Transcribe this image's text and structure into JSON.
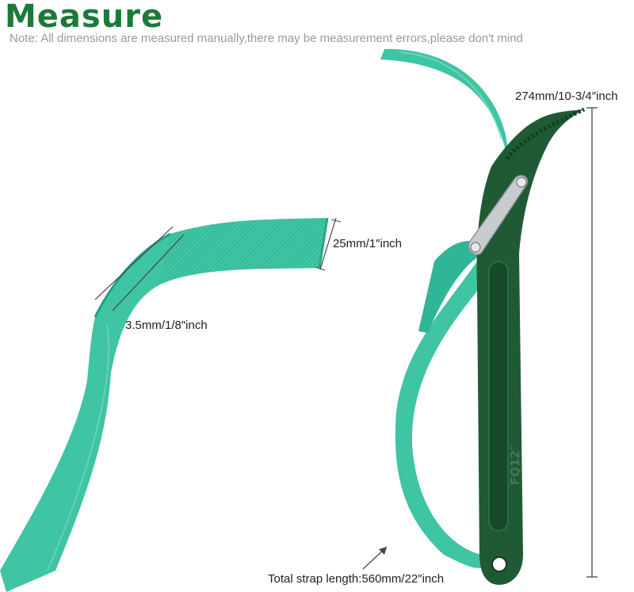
{
  "header": {
    "title": "Measure",
    "note": "Note:  All dimensions are measured manually,there may be measurement errors,please don't mind"
  },
  "labels": {
    "strap_width": "25mm/1″inch",
    "strap_thickness": "3.5mm/1/8″inch",
    "tool_length": "274mm/10-3/4″inch",
    "total_strap_length": "Total strap length:560mm/22″inch"
  },
  "handle_marking": "FQ12″",
  "colors": {
    "title": "#1b7a3a",
    "strap": "#3fc4a4",
    "strap_dark": "#20a085",
    "handle": "#1f5a34",
    "handle_dark": "#123d22",
    "steel": "#c9ccce",
    "dimension_line": "#444444"
  }
}
